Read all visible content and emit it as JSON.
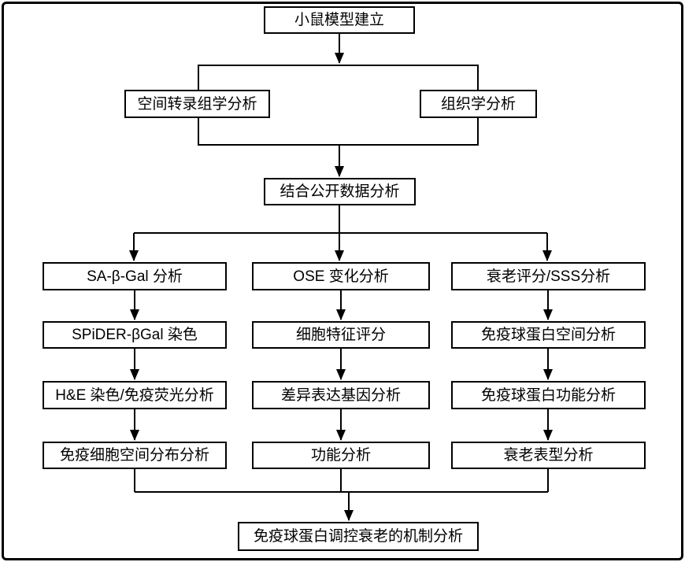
{
  "flowchart": {
    "type": "flowchart",
    "colors": {
      "line": "#000000",
      "text": "#000000",
      "box_bg": "#ffffff",
      "page_bg": "#ffffff"
    },
    "nodes": {
      "mouse_model": "小鼠模型建立",
      "spatial_transcriptomics": "空间转录组学分析",
      "histology": "组织学分析",
      "public_data": "结合公开数据分析",
      "col1": [
        "SA-β-Gal 分析",
        "SPiDER-βGal 染色",
        "H&E 染色/免疫荧光分析",
        "免疫细胞空间分布分析"
      ],
      "col2": [
        "OSE 变化分析",
        "细胞特征评分",
        "差异表达基因分析",
        "功能分析"
      ],
      "col3": [
        "衰老评分/SSS分析",
        "免疫球蛋白空间分析",
        "免疫球蛋白功能分析",
        "衰老表型分析"
      ],
      "mechanism": "免疫球蛋白调控衰老的机制分析"
    },
    "edges": [
      "mouse_model -> group(spatial_transcriptomics + histology)",
      "group -> public_data",
      "public_data -> col1[0]",
      "public_data -> col2[0]",
      "public_data -> col3[0]",
      "col1[0] -> col1[1] -> col1[2] -> col1[3]",
      "col2[0] -> col2[1] -> col2[2] -> col2[3]",
      "col3[0] -> col3[1] -> col3[2] -> col3[3]",
      "col1[3] + col2[3] + col3[3] -> mechanism"
    ]
  }
}
